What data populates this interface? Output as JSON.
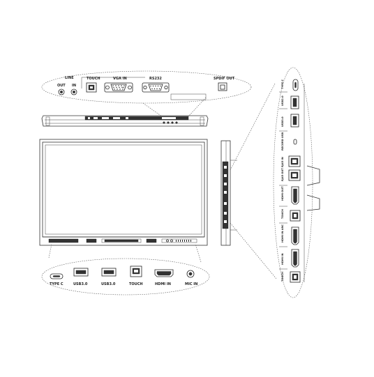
{
  "top_panel": {
    "line_label": "LINE",
    "out_label": "OUT",
    "in_label": "IN",
    "touch_label": "TOUCH",
    "vga_label": "VGA IN",
    "rs232_label": "RS232",
    "spdif_label": "SPDIF OUT"
  },
  "bottom_panel": {
    "type_c_label": "TYPE C",
    "usb1_label": "USB3.0",
    "usb2_label": "USB3.0",
    "touch_label": "TOUCH",
    "hdmi_label": "HDMI IN",
    "mic_label": "MIC IN"
  },
  "side_panel": {
    "labels": [
      "TYPE C",
      "USB2.0",
      "USB3.0",
      "RECORD USB",
      "RJ45 IN",
      "RJ45 OUT",
      "HDMI OUT",
      "TOUCH",
      "HDMI IN ARC",
      "HDMI IN",
      "TOUCH"
    ]
  },
  "colors": {
    "line": "#333333",
    "background": "#ffffff"
  }
}
